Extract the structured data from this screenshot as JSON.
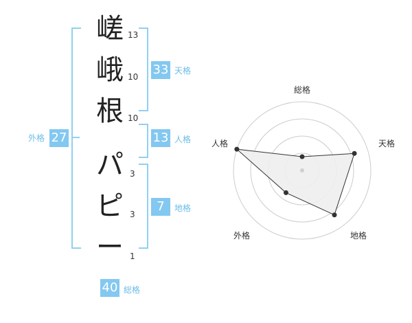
{
  "name": {
    "chars": [
      {
        "char": "嵯",
        "strokes": "13"
      },
      {
        "char": "峨",
        "strokes": "10"
      },
      {
        "char": "根",
        "strokes": "10"
      },
      {
        "char": "パ",
        "strokes": "3"
      },
      {
        "char": "ピ",
        "strokes": "3"
      },
      {
        "char": "ー",
        "strokes": "1"
      }
    ]
  },
  "kaku": {
    "tenkaku": {
      "label": "天格",
      "value": "33"
    },
    "jinkaku": {
      "label": "人格",
      "value": "13"
    },
    "chikaku": {
      "label": "地格",
      "value": "7"
    },
    "gaikaku": {
      "label": "外格",
      "value": "27"
    },
    "soukaku": {
      "label": "総格",
      "value": "40"
    }
  },
  "chart_data": {
    "type": "radar",
    "axes": [
      "総格",
      "天格",
      "地格",
      "外格",
      "人格"
    ],
    "values": [
      1,
      4,
      4,
      2,
      5
    ],
    "max": 5,
    "rings": 4,
    "colors": {
      "fill": "#eeeeee",
      "line": "#333333",
      "grid": "#cccccc"
    }
  }
}
